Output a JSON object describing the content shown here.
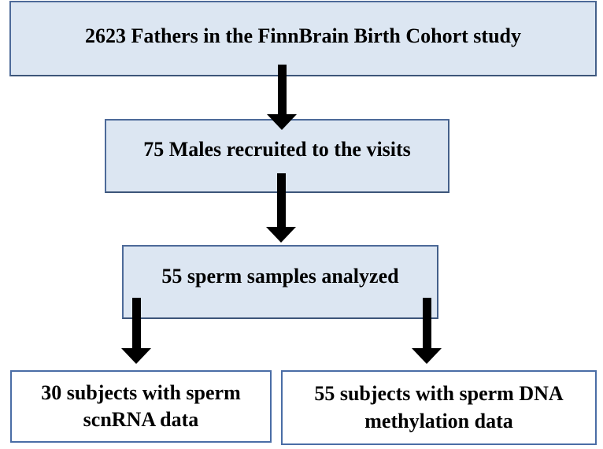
{
  "diagram": {
    "type": "flowchart",
    "nodes": [
      {
        "id": "cohort",
        "label": "2623 Fathers in the FinnBrain Birth Cohort study",
        "style": "filled",
        "value": 2623
      },
      {
        "id": "recruited",
        "label": "75 Males recruited to the visits",
        "style": "filled",
        "value": 75
      },
      {
        "id": "analyzed",
        "label": "55 sperm samples analyzed",
        "style": "filled",
        "value": 55
      },
      {
        "id": "scnrna",
        "label": "30 subjects with sperm scnRNA data",
        "style": "outline",
        "value": 30
      },
      {
        "id": "methylation",
        "label": "55 subjects with sperm DNA methylation data",
        "style": "outline",
        "value": 55
      }
    ],
    "edges": [
      {
        "from": "cohort",
        "to": "recruited"
      },
      {
        "from": "recruited",
        "to": "analyzed"
      },
      {
        "from": "analyzed",
        "to": "scnrna"
      },
      {
        "from": "analyzed",
        "to": "methylation"
      }
    ]
  },
  "colors": {
    "node_fill": "#dce6f2",
    "node_border": "#4d6a99",
    "outline_node_border": "#4a6da6",
    "arrow": "#000000",
    "text": "#000000",
    "background": "#ffffff"
  }
}
